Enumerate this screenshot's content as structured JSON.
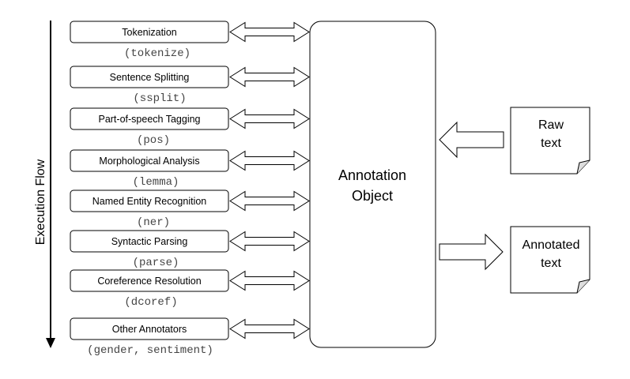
{
  "flow_label": "Execution Flow",
  "annotators": [
    {
      "name": "Tokenization",
      "code": "(tokenize)"
    },
    {
      "name": "Sentence Splitting",
      "code": "(ssplit)"
    },
    {
      "name": "Part-of-speech Tagging",
      "code": "(pos)"
    },
    {
      "name": "Morphological Analysis",
      "code": "(lemma)"
    },
    {
      "name": "Named Entity Recognition",
      "code": "(ner)"
    },
    {
      "name": "Syntactic Parsing",
      "code": "(parse)"
    },
    {
      "name": "Coreference Resolution",
      "code": "(dcoref)"
    },
    {
      "name": "Other Annotators",
      "code": "(gender, sentiment)"
    }
  ],
  "annotation_object": {
    "line1": "Annotation",
    "line2": "Object"
  },
  "input_doc": {
    "line1": "Raw",
    "line2": "text"
  },
  "output_doc": {
    "line1": "Annotated",
    "line2": "text"
  }
}
